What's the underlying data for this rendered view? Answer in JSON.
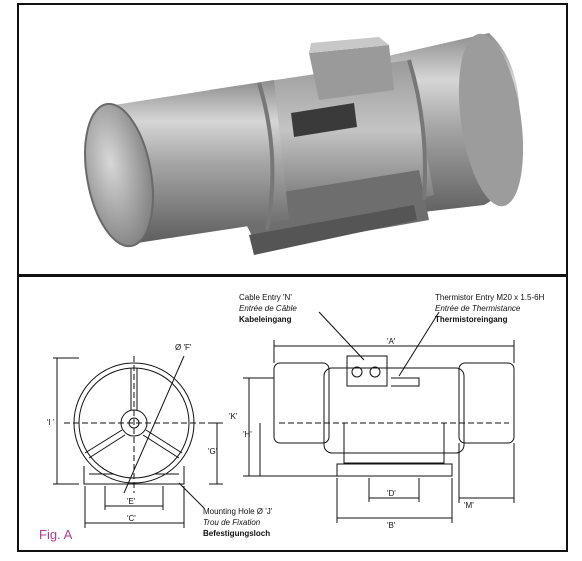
{
  "figure_label": "Fig. A",
  "cable_entry": {
    "en": "Cable Entry 'N'",
    "fr": "Entrée de Câble",
    "de": "Kabeleingang"
  },
  "thermistor_entry": {
    "en": "Thermistor Entry M20 x 1.5-6H",
    "fr": "Entrée de Thermistance",
    "de": "Thermistoreingang"
  },
  "mounting_hole": {
    "en": "Mounting Hole Ø 'J'",
    "fr": "Trou de Fixation",
    "de": "Befestigungsloch"
  },
  "dimensions": {
    "A": "'A'",
    "B": "'B'",
    "C": "'C'",
    "D": "'D'",
    "E": "'E'",
    "F": "Ø 'F'",
    "G": "'G'",
    "H": "'H'",
    "I": "'I '",
    "K": "'K'",
    "M": "'M'"
  },
  "colors": {
    "accent": "#b03a8c",
    "line": "#111111"
  }
}
